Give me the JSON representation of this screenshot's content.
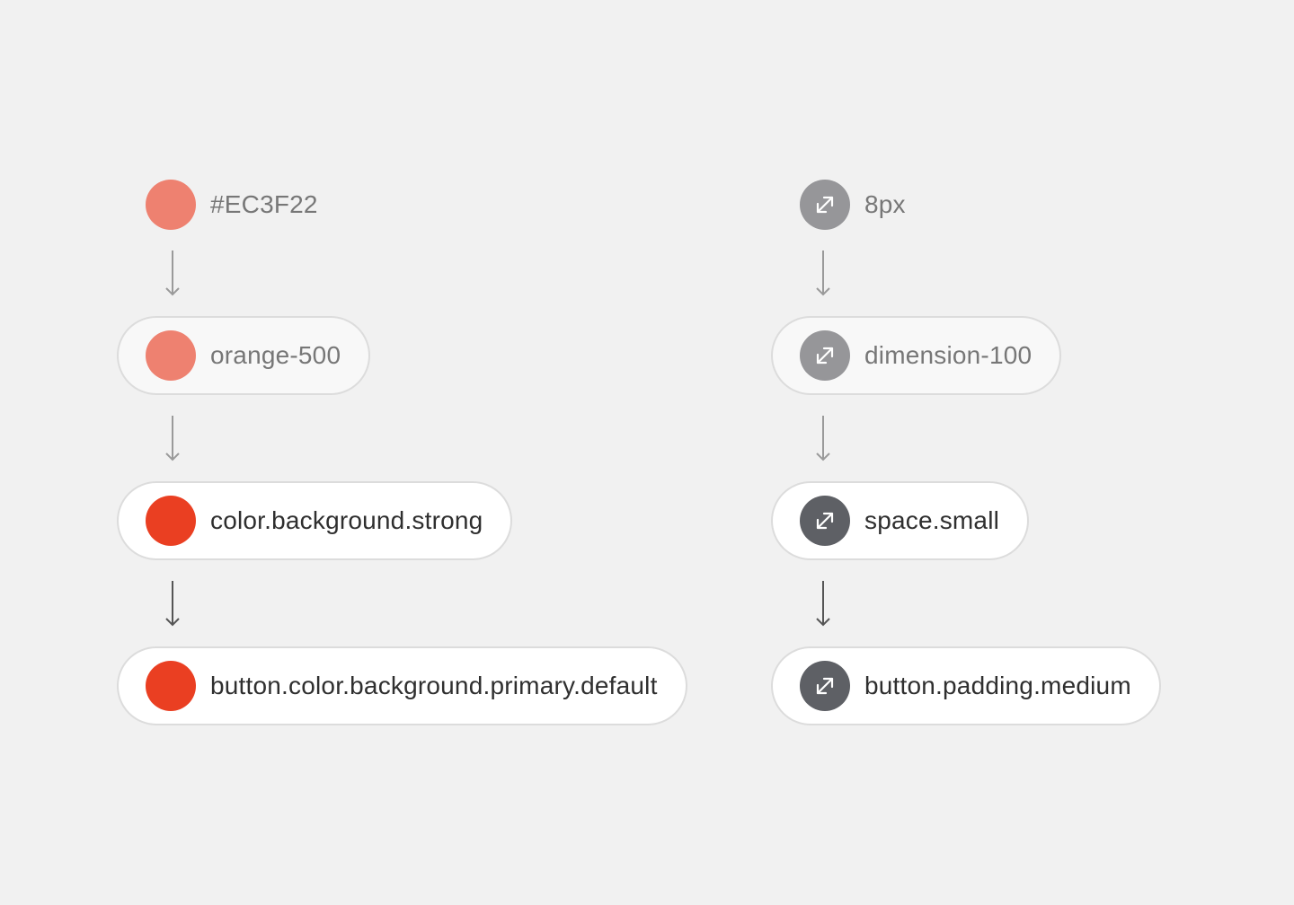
{
  "colors": {
    "background": "#f1f1f1",
    "orange_muted": "#ee8170",
    "orange_strong": "#ea3f22",
    "gray_muted": "#969699",
    "gray_strong": "#5e6065",
    "arrow_muted": "#9a9a9a",
    "arrow_strong": "#555555"
  },
  "color_chain": {
    "icon": "color-swatch",
    "steps": [
      {
        "label": "#EC3F22",
        "style": "raw"
      },
      {
        "label": "orange-500",
        "style": "muted"
      },
      {
        "label": "color.background.strong",
        "style": "strong"
      },
      {
        "label": "button.color.background.primary.default",
        "style": "strong"
      }
    ]
  },
  "spacing_chain": {
    "icon": "resize-diagonal-arrows-icon",
    "steps": [
      {
        "label": "8px",
        "style": "raw"
      },
      {
        "label": "dimension-100",
        "style": "muted"
      },
      {
        "label": "space.small",
        "style": "strong"
      },
      {
        "label": "button.padding.medium",
        "style": "strong"
      }
    ]
  }
}
